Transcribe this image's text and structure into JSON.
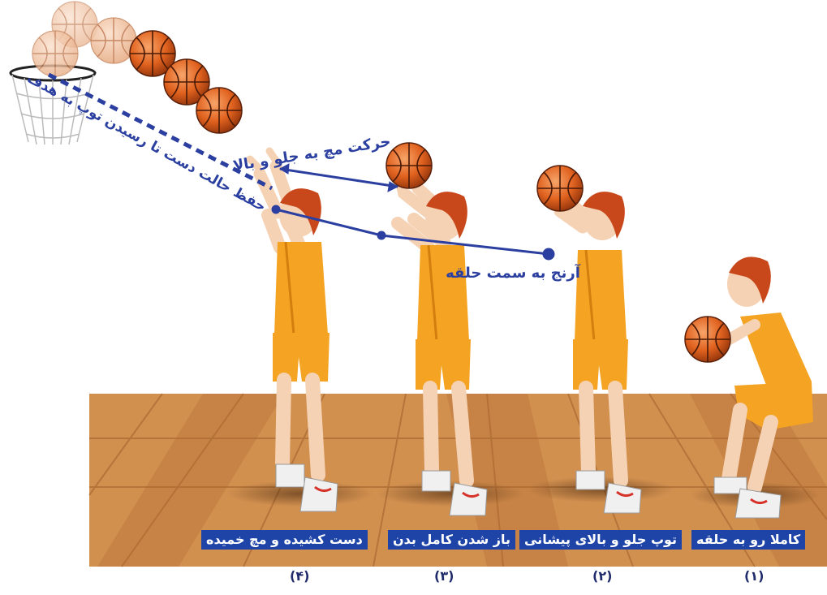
{
  "colors": {
    "floor_light": "#d99a5c",
    "floor_dark": "#b9773f",
    "jersey": "#f4a323",
    "jersey_dark": "#d37e0f",
    "skin": "#f6d2b5",
    "hair": "#c8481b",
    "ball": "#e1621f",
    "annotation": "#2b3fa0",
    "caption_bg": "#1f44a8"
  },
  "annotations": {
    "wrist_motion": "حرکت مچ به جلو و بالا",
    "elbow_to_hoop": "آرنج به سمت حلقه",
    "keep_hand": "حفظ حالت دست تا رسیدن توپ به هدف"
  },
  "steps": [
    {
      "caption": "کاملا رو به حلقه",
      "number": "(۱)"
    },
    {
      "caption": "توپ جلو و بالای پیشانی",
      "number": "(۲)"
    },
    {
      "caption": "باز شدن کامل بدن",
      "number": "(۳)"
    },
    {
      "caption": "دست کشیده و مچ خمیده",
      "number": "(۴)"
    }
  ]
}
